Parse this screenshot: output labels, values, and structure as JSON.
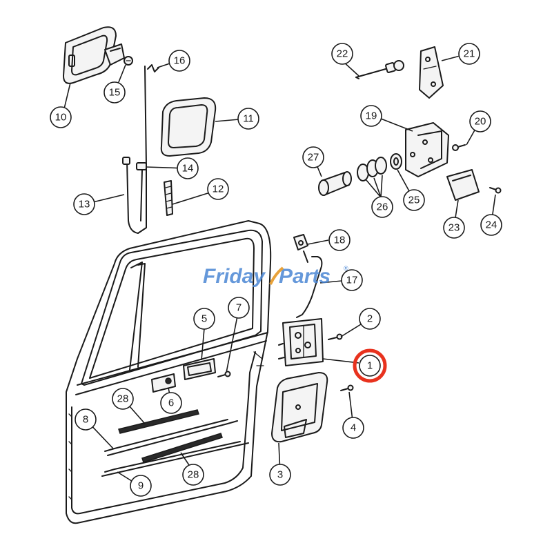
{
  "watermark": {
    "text_left": "Friday",
    "text_right": "Parts",
    "registered_mark": "®",
    "color_blue": "#4a86d4",
    "color_orange": "#e8a23a"
  },
  "highlight_color": "#e8321e",
  "highlighted_part": "1",
  "callouts": [
    {
      "id": "c1",
      "label": "1"
    },
    {
      "id": "c2",
      "label": "2"
    },
    {
      "id": "c3",
      "label": "3"
    },
    {
      "id": "c4",
      "label": "4"
    },
    {
      "id": "c5",
      "label": "5"
    },
    {
      "id": "c6",
      "label": "6"
    },
    {
      "id": "c7",
      "label": "7"
    },
    {
      "id": "c8",
      "label": "8"
    },
    {
      "id": "c9",
      "label": "9"
    },
    {
      "id": "c10",
      "label": "10"
    },
    {
      "id": "c11",
      "label": "11"
    },
    {
      "id": "c12",
      "label": "12"
    },
    {
      "id": "c13",
      "label": "13"
    },
    {
      "id": "c14",
      "label": "14"
    },
    {
      "id": "c15",
      "label": "15"
    },
    {
      "id": "c16",
      "label": "16"
    },
    {
      "id": "c17",
      "label": "17"
    },
    {
      "id": "c18",
      "label": "18"
    },
    {
      "id": "c19",
      "label": "19"
    },
    {
      "id": "c20",
      "label": "20"
    },
    {
      "id": "c21",
      "label": "21"
    },
    {
      "id": "c22",
      "label": "22"
    },
    {
      "id": "c23",
      "label": "23"
    },
    {
      "id": "c24",
      "label": "24"
    },
    {
      "id": "c25",
      "label": "25"
    },
    {
      "id": "c26",
      "label": "26"
    },
    {
      "id": "c27",
      "label": "27"
    },
    {
      "id": "c28a",
      "label": "28"
    },
    {
      "id": "c28b",
      "label": "28"
    }
  ]
}
